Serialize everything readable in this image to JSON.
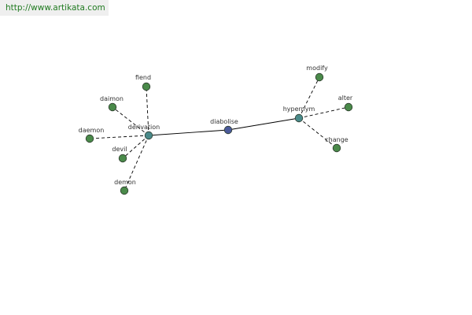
{
  "source": {
    "url": "http://www.artikata.com"
  },
  "colors": {
    "root_node": "#4a5a9a",
    "hub_node": "#4a8a8a",
    "leaf_node": "#4a8a4a",
    "edge": "#000000",
    "label": "#333333",
    "url_text": "#1f7a1f",
    "banner_bg": "#efefef"
  },
  "graph": {
    "nodes": [
      {
        "id": "diabolise",
        "label": "diabolise",
        "kind": "root"
      },
      {
        "id": "derivation",
        "label": "derivation",
        "kind": "hub"
      },
      {
        "id": "hypernym",
        "label": "hypernym",
        "kind": "hub"
      },
      {
        "id": "fiend",
        "label": "fiend",
        "kind": "leaf"
      },
      {
        "id": "daimon",
        "label": "daimon",
        "kind": "leaf"
      },
      {
        "id": "daemon",
        "label": "daemon",
        "kind": "leaf"
      },
      {
        "id": "devil",
        "label": "devil",
        "kind": "leaf"
      },
      {
        "id": "demon",
        "label": "demon",
        "kind": "leaf"
      },
      {
        "id": "modify",
        "label": "modify",
        "kind": "leaf"
      },
      {
        "id": "alter",
        "label": "alter",
        "kind": "leaf"
      },
      {
        "id": "change",
        "label": "change",
        "kind": "leaf"
      }
    ],
    "edges": [
      {
        "from": "diabolise",
        "to": "derivation",
        "style": "solid"
      },
      {
        "from": "diabolise",
        "to": "hypernym",
        "style": "solid"
      },
      {
        "from": "derivation",
        "to": "fiend",
        "style": "dashed"
      },
      {
        "from": "derivation",
        "to": "daimon",
        "style": "dashed"
      },
      {
        "from": "derivation",
        "to": "daemon",
        "style": "dashed"
      },
      {
        "from": "derivation",
        "to": "devil",
        "style": "dashed"
      },
      {
        "from": "derivation",
        "to": "demon",
        "style": "dashed"
      },
      {
        "from": "hypernym",
        "to": "modify",
        "style": "dashed"
      },
      {
        "from": "hypernym",
        "to": "alter",
        "style": "dashed"
      },
      {
        "from": "hypernym",
        "to": "change",
        "style": "dashed"
      }
    ]
  }
}
